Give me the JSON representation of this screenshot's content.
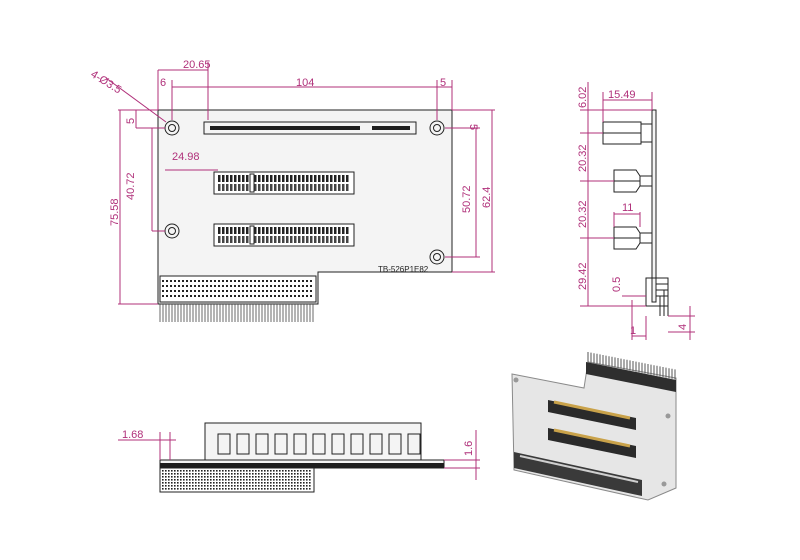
{
  "drawing": {
    "board_label": "TB-526P1E82",
    "top_view": {
      "hole_callout": "4-Ø3.5",
      "dim_left_offset": "6",
      "dim_slot_offset": "20.65",
      "dim_width": "104",
      "dim_right_offset": "5",
      "dim_top_left": "5",
      "dim_top_right": "5",
      "dim_slot_left": "24.98",
      "dim_hole_spacing": "40.72",
      "dim_height_left": "75.58",
      "dim_hole_spacing_right": "50.72",
      "dim_height_right": "62.4"
    },
    "side_view": {
      "dim_top": "6.02",
      "dim_depth": "15.49",
      "dim_pitch_1": "20.32",
      "dim_pitch_2": "20.32",
      "dim_slot_width": "11",
      "dim_bottom": "29.42",
      "dim_pin_offset": "0.5",
      "dim_pin_1": "1",
      "dim_pin_4": "4"
    },
    "bottom_view": {
      "dim_left": "1.68",
      "dim_thickness": "1.6"
    }
  }
}
